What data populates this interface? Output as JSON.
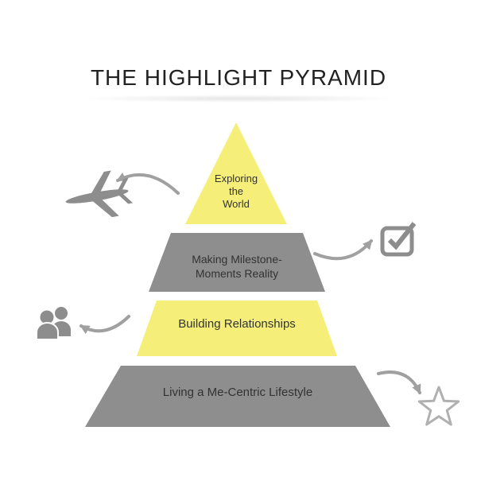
{
  "title": "THE HIGHLIGHT PYRAMID",
  "colors": {
    "yellow": "#f5ee79",
    "gray": "#8e8e8e",
    "icon_gray": "#8d8d8d",
    "arrow_gray": "#a0a0a0",
    "star_gray": "#b0b0b0",
    "text": "#333333"
  },
  "pyramid": {
    "levels": [
      {
        "label": "Exploring\nthe\nWorld",
        "color": "#f5ee79"
      },
      {
        "label": "Making Milestone-\nMoments Reality",
        "color": "#8e8e8e"
      },
      {
        "label": "Building Relationships",
        "color": "#f5ee79"
      },
      {
        "label": "Living a Me-Centric Lifestyle",
        "color": "#8e8e8e"
      }
    ]
  },
  "icons": [
    "airplane-icon",
    "checkbox-icon",
    "people-icon",
    "star-icon"
  ]
}
